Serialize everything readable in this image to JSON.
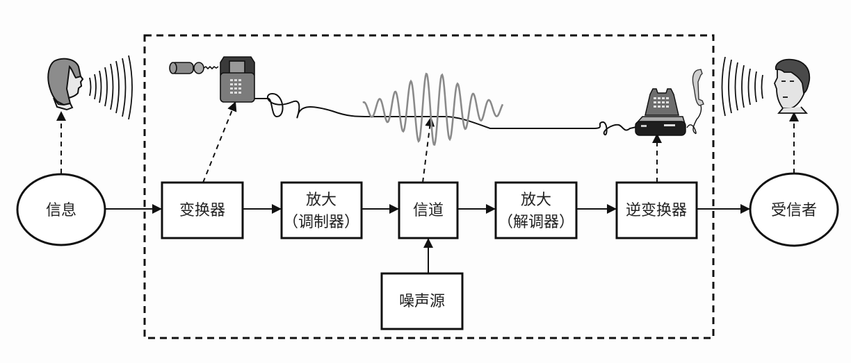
{
  "diagram": {
    "title": "",
    "nodes": [
      {
        "id": "source",
        "shape": "ellipse",
        "lines": [
          "信息"
        ]
      },
      {
        "id": "transducer",
        "shape": "box",
        "lines": [
          "变换器"
        ]
      },
      {
        "id": "amp-modulator",
        "shape": "box",
        "lines": [
          "放大",
          "（调制器）"
        ]
      },
      {
        "id": "channel",
        "shape": "box",
        "lines": [
          "信道"
        ]
      },
      {
        "id": "amp-demodulator",
        "shape": "box",
        "lines": [
          "放大",
          "（解调器）"
        ]
      },
      {
        "id": "inverse-transducer",
        "shape": "box",
        "lines": [
          "逆变换器"
        ]
      },
      {
        "id": "receiver",
        "shape": "ellipse",
        "lines": [
          "受信者"
        ]
      },
      {
        "id": "noise-source",
        "shape": "box",
        "lines": [
          "噪声源"
        ]
      }
    ],
    "edges": [
      {
        "from": "source",
        "to": "transducer",
        "style": "solid"
      },
      {
        "from": "transducer",
        "to": "amp-modulator",
        "style": "solid"
      },
      {
        "from": "amp-modulator",
        "to": "channel",
        "style": "solid"
      },
      {
        "from": "channel",
        "to": "amp-demodulator",
        "style": "solid"
      },
      {
        "from": "amp-demodulator",
        "to": "inverse-transducer",
        "style": "solid"
      },
      {
        "from": "inverse-transducer",
        "to": "receiver",
        "style": "solid"
      },
      {
        "from": "noise-source",
        "to": "channel",
        "style": "solid"
      },
      {
        "from": "source",
        "to": "speaker-illustration",
        "style": "dashed"
      },
      {
        "from": "transducer",
        "to": "telephone-transmitter-illustration",
        "style": "dashed"
      },
      {
        "from": "channel",
        "to": "signal-wave-illustration",
        "style": "dashed"
      },
      {
        "from": "inverse-transducer",
        "to": "telephone-receiver-illustration",
        "style": "dashed"
      },
      {
        "from": "receiver",
        "to": "listener-illustration",
        "style": "dashed"
      }
    ],
    "illustrations": [
      "speaker-head-icon",
      "sound-waves-icon",
      "wall-telephone-icon",
      "telephone-cord",
      "modulated-wave",
      "desk-telephone-icon",
      "handset-icon",
      "listener-head-icon"
    ],
    "boundary": "dashed-system-boundary",
    "colors": {
      "line": "#111111",
      "text": "#222222",
      "wave": "#888888",
      "device": "#7a7a7a",
      "device_dark": "#333333"
    }
  }
}
